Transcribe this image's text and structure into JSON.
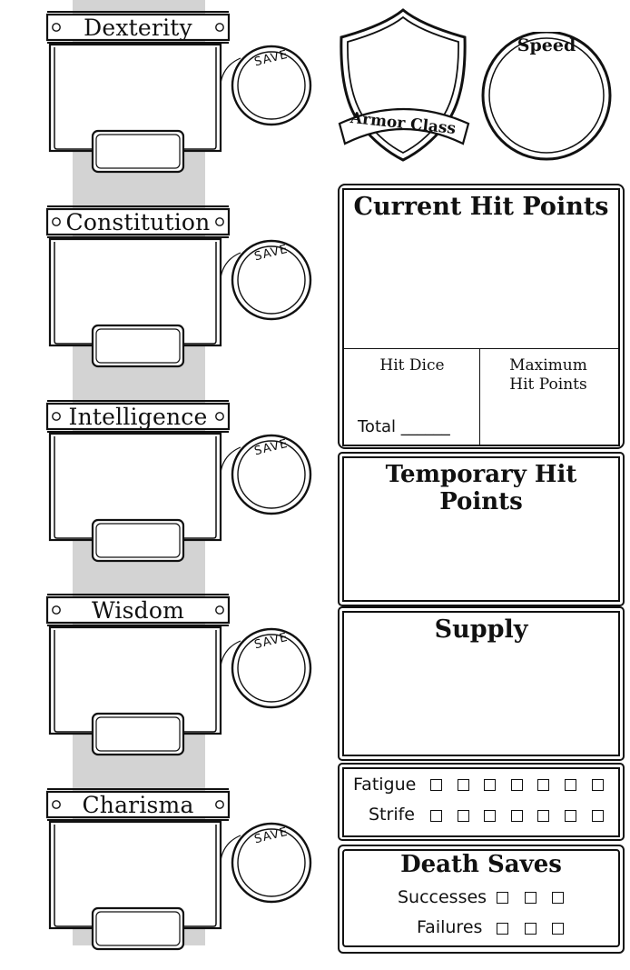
{
  "abilities": [
    {
      "name": "Dexterity",
      "save_label": "SAVE"
    },
    {
      "name": "Constitution",
      "save_label": "SAVE"
    },
    {
      "name": "Intelligence",
      "save_label": "SAVE"
    },
    {
      "name": "Wisdom",
      "save_label": "SAVE"
    },
    {
      "name": "Charisma",
      "save_label": "SAVE"
    }
  ],
  "armor_class": {
    "label": "Armor Class"
  },
  "speed": {
    "label": "Speed"
  },
  "hit_points": {
    "current_label": "Current Hit Points",
    "hit_dice_label": "Hit Dice",
    "total_label": "Total ______",
    "max_label_line1": "Maximum",
    "max_label_line2": "Hit Points"
  },
  "temporary_hit_points": {
    "label": "Temporary Hit Points"
  },
  "supply": {
    "label": "Supply"
  },
  "conditions": {
    "fatigue_label": "Fatigue",
    "strife_label": "Strife",
    "box_count": 7
  },
  "death_saves": {
    "label": "Death Saves",
    "successes_label": "Successes",
    "failures_label": "Failures",
    "box_count": 3
  }
}
